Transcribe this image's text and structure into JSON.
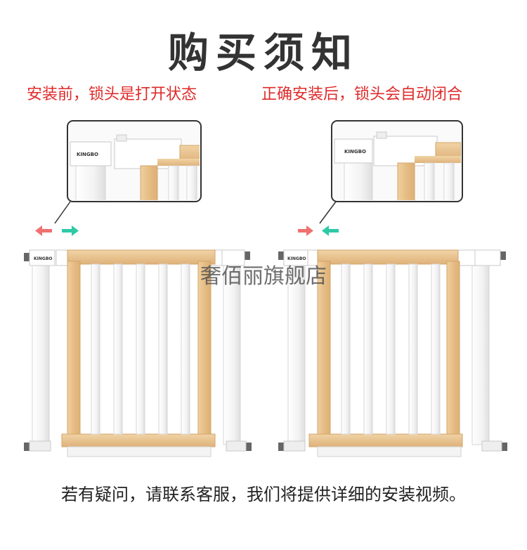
{
  "title": "购买须知",
  "captions": {
    "left": "安装前，锁头是打开状态",
    "right": "正确安装后，锁头会自动闭合"
  },
  "brand_mark": "KINGBO",
  "watermark": "奢佰丽旗舰店",
  "footer": "若有疑问，请联系客服，我们将提供详细的安装视频。",
  "colors": {
    "caption_red": "#e02a2a",
    "arrow_red": "#f07070",
    "arrow_teal": "#2fc9a6",
    "wood": "#e8c28e",
    "wood_dark": "#d7aa6e",
    "frame_white": "#f7f7f7",
    "frame_edge": "#d6d6d6"
  },
  "icons": {
    "open_arrows": [
      "arrow-left-red",
      "arrow-right-teal"
    ],
    "closed_arrows": [
      "arrow-right-red",
      "arrow-left-teal"
    ]
  }
}
